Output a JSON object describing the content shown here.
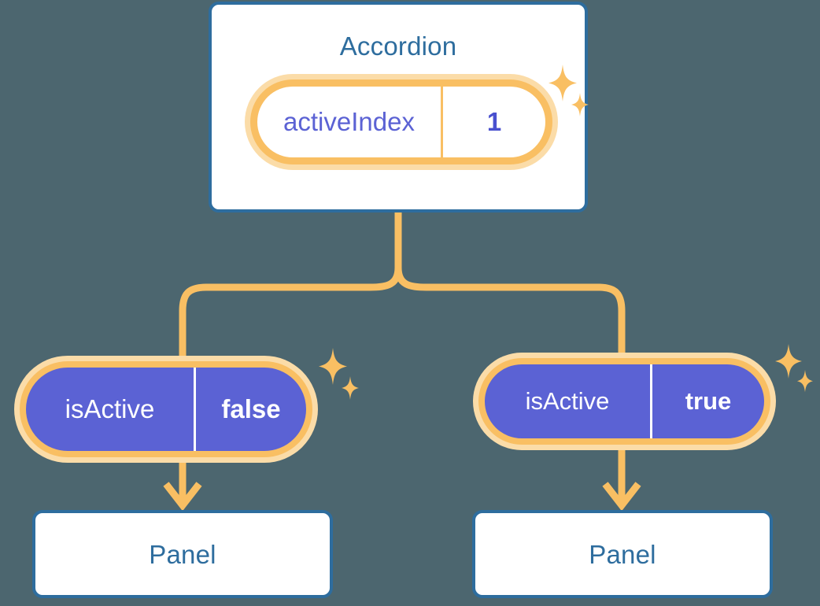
{
  "theme": {
    "background": "#4c666f",
    "card_border": "#2e6d9e",
    "card_fill": "#ffffff",
    "title_text": "#2e6d9e",
    "accent_orange": "#f9bf63",
    "accent_orange_soft": "#fbdca8",
    "pill_indigo": "#5b62d4",
    "pill_text_light": "#ffffff"
  },
  "diagram": {
    "type": "component-state-tree",
    "root": {
      "name": "accordion-card",
      "title": "Accordion",
      "state": {
        "key": "activeIndex",
        "value": "1"
      },
      "sparkle": "sparkle-icon"
    },
    "children": [
      {
        "name": "branch-left",
        "state": {
          "key": "isActive",
          "value": "false"
        },
        "sparkle": "sparkle-icon",
        "panel": {
          "title": "Panel"
        }
      },
      {
        "name": "branch-right",
        "state": {
          "key": "isActive",
          "value": "true"
        },
        "sparkle": "sparkle-icon",
        "panel": {
          "title": "Panel"
        }
      }
    ]
  }
}
